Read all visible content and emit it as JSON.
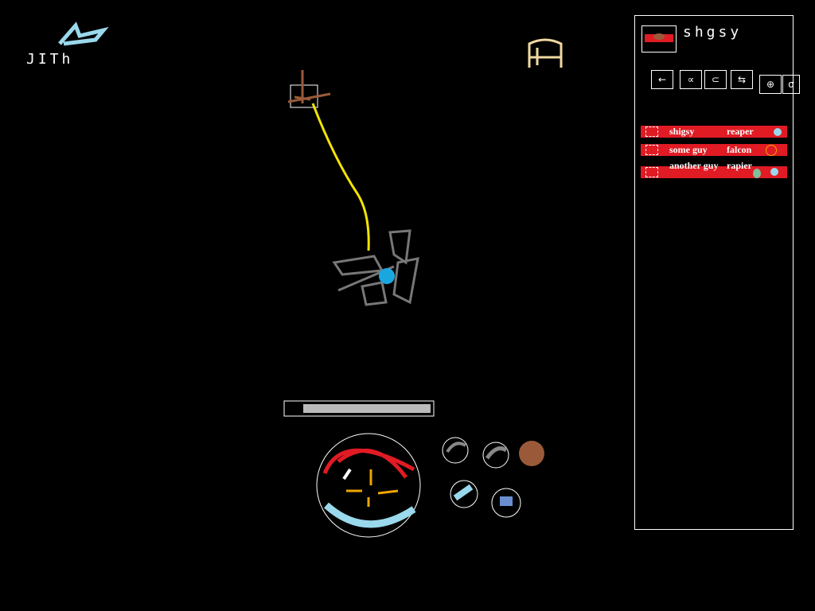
{
  "player": {
    "name": "JITh"
  },
  "panel": {
    "title": "shgsy",
    "tools": [
      "back-tool",
      "tool-2",
      "tool-3",
      "tool-4",
      "tool-5",
      "tool-6"
    ],
    "roster": [
      {
        "name": "shigsy",
        "class": "reaper"
      },
      {
        "name": "some guy",
        "class": "falcon"
      },
      {
        "name": "another guy",
        "class": "rapier"
      }
    ]
  },
  "hud": {
    "health_fraction": 0.93
  },
  "colors": {
    "accent": "#e01b24",
    "tether": "#f5e400",
    "core": "#1aa7e0"
  }
}
